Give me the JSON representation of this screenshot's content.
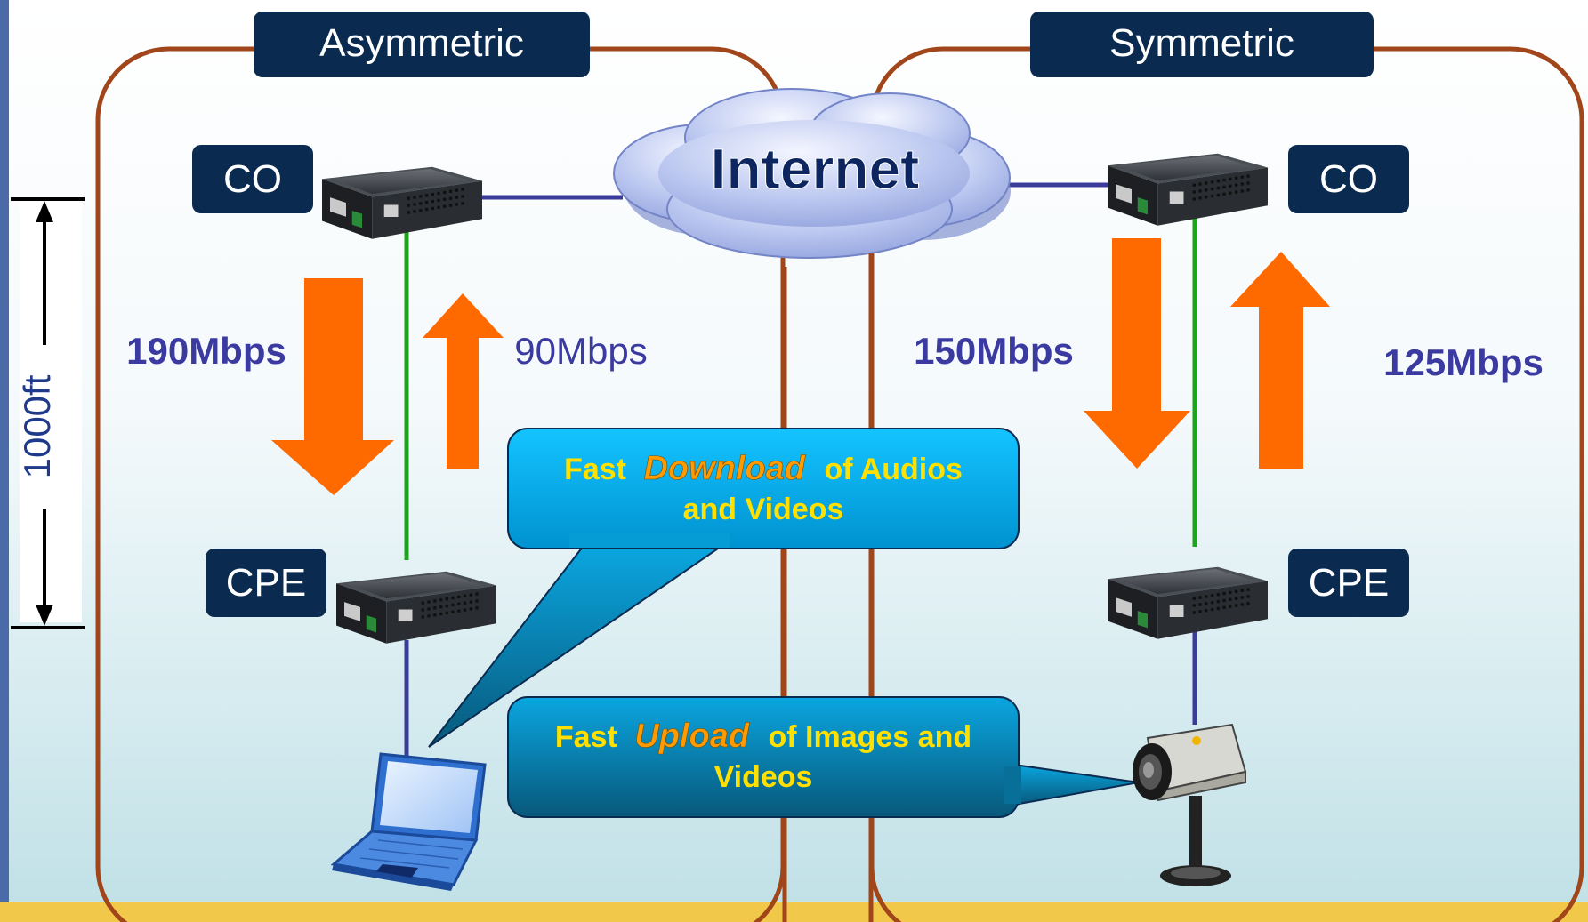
{
  "sections": {
    "asymmetric": {
      "title": "Asymmetric",
      "co_label": "CO",
      "cpe_label": "CPE",
      "downstream": "190Mbps",
      "upstream": "90Mbps"
    },
    "symmetric": {
      "title": "Symmetric",
      "co_label": "CO",
      "cpe_label": "CPE",
      "downstream": "150Mbps",
      "upstream": "125Mbps"
    }
  },
  "internet": {
    "label": "Internet"
  },
  "distance": {
    "label": "1000ft"
  },
  "callouts": {
    "download": {
      "prefix": "Fast",
      "emphasis": "Download",
      "suffix": "of Audios",
      "line2": "and Videos"
    },
    "upload": {
      "prefix": "Fast",
      "emphasis": "Upload",
      "suffix": "of Images and",
      "line2": "Videos"
    }
  },
  "colors": {
    "label_box": "#0b2a4f",
    "section_border": "#a0461a",
    "arrow": "#ff6a00",
    "speed_text": "#3a3aa0",
    "link_blue": "#3b3b9a",
    "link_green": "#1aa51a",
    "callout": "#00b4ee",
    "callout_text": "#ffe000",
    "callout_emphasis": "#ff9a00",
    "cloud": "#aab8e8"
  },
  "icons": [
    "media-converter-icon",
    "laptop-icon",
    "ip-camera-icon",
    "cloud-icon"
  ]
}
